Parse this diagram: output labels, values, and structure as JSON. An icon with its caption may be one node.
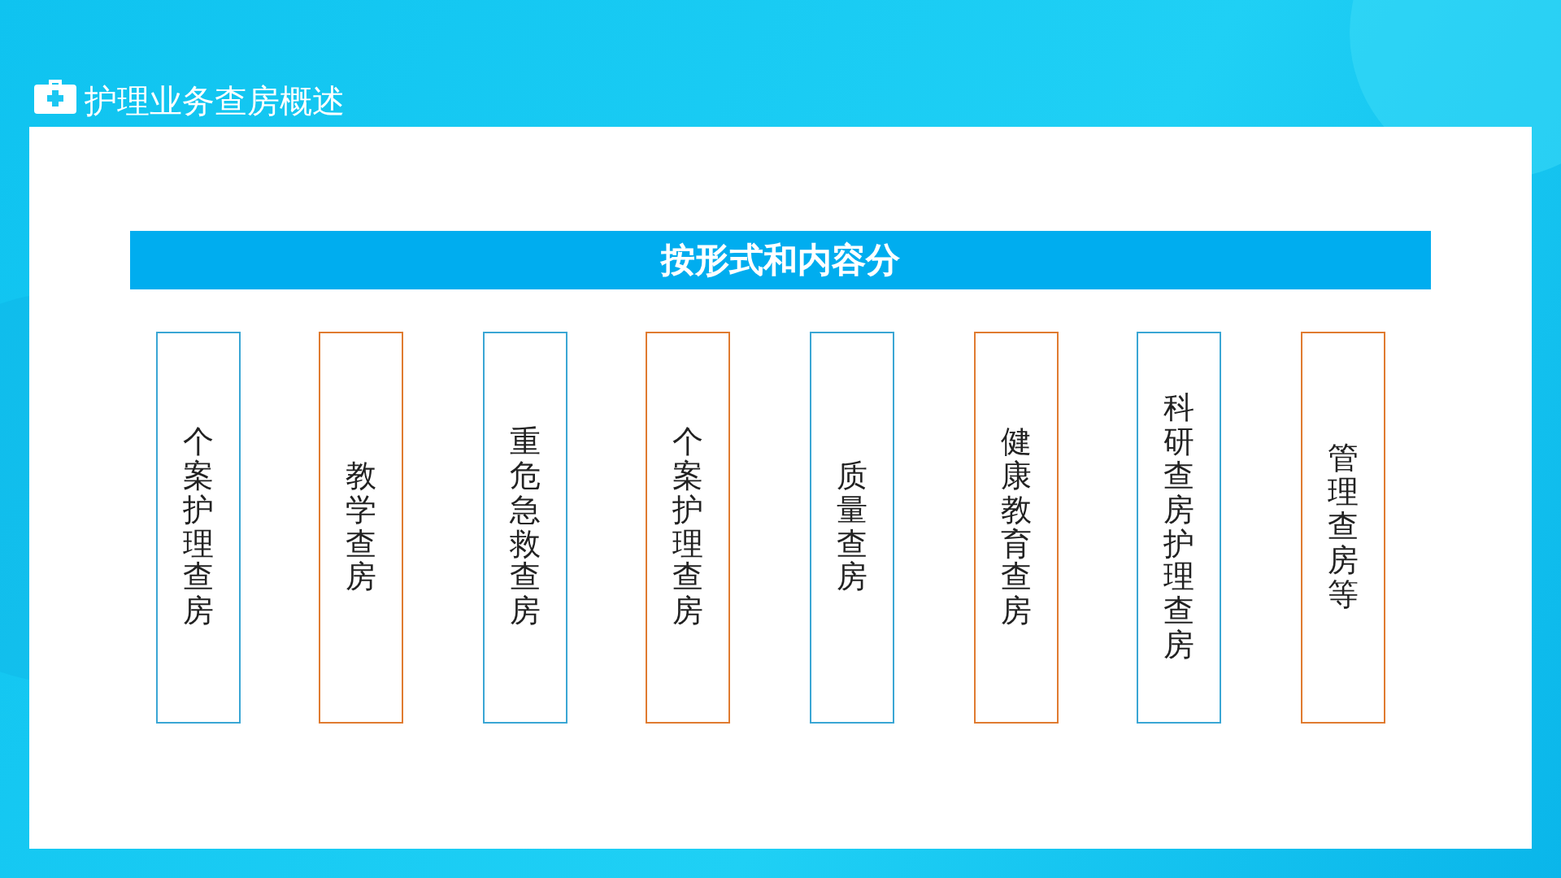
{
  "diagram": {
    "title": "护理业务查房概述",
    "nodes": [
      {
        "text": [
          "按形式和内容分"
        ]
      },
      {
        "text": [
          "个案护理查房"
        ]
      },
      {
        "text": [
          "教学查房"
        ]
      },
      {
        "text": [
          "重危急救查房"
        ]
      },
      {
        "text": [
          "个案护理查房"
        ]
      },
      {
        "text": [
          "质量查房"
        ]
      },
      {
        "text": [
          "健康教育查房"
        ]
      },
      {
        "text": [
          "科研查房护理查房"
        ]
      },
      {
        "text": [
          "管理查房等"
        ]
      }
    ]
  }
}
